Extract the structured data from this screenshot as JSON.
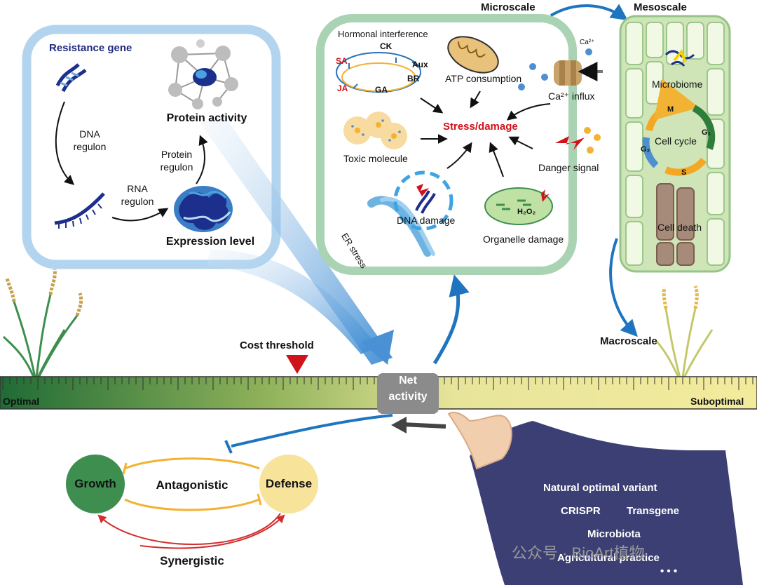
{
  "figure": {
    "resistance_panel": {
      "title": "Resistance gene",
      "dna_regulon": [
        "DNA",
        "regulon"
      ],
      "rna_regulon": [
        "RNA",
        "regulon"
      ],
      "protein_regulon": [
        "Protein",
        "regulon"
      ],
      "protein_activity": "Protein activity",
      "expression_level": "Expression level"
    },
    "micro_panel": {
      "hormonal": "Hormonal interference",
      "hormones": {
        "ck": "CK",
        "aux": "Aux",
        "sa": "SA",
        "br": "BR",
        "ja": "JA",
        "ga": "GA"
      },
      "atp": "ATP consumption",
      "ca_ion": "Ca²⁺",
      "ca_influx": "Ca²⁺ influx",
      "stress": "Stress/damage",
      "toxic": "Toxic molecule",
      "danger": "Danger signal",
      "dna_damage": "DNA damage",
      "er_stress": "ER stress",
      "h2o2": "H₂O₂",
      "organelle": "Organelle damage"
    },
    "scales": {
      "micro": "Microscale",
      "meso": "Mesoscale",
      "macro": "Macroscale"
    },
    "meso_panel": {
      "microbiome": "Microbiome",
      "cell_cycle": "Cell cycle",
      "phase_m": "M",
      "phase_g1": "G₁",
      "phase_s": "S",
      "phase_g2": "G₂",
      "cell_death": "Cell death"
    },
    "ruler": {
      "optimal": "Optimal",
      "suboptimal": "Suboptimal",
      "cost_threshold": "Cost threshold",
      "net": "Net",
      "activity": "activity"
    },
    "tradeoff": {
      "growth": "Growth",
      "defense": "Defense",
      "antagonistic": "Antagonistic",
      "synergistic": "Synergistic"
    },
    "interventions": [
      "Natural optimal variant",
      "CRISPR",
      "Transgene",
      "Microbiota",
      "Agricultural practice"
    ],
    "ellipsis": "• • •",
    "watermark": "公众号 · BioArt植物",
    "colors": {
      "resistance_frame": "#a9cdeb",
      "micro_frame": "#a7d3b0",
      "meso_fill": "#d7ecc4",
      "arrow_blue": "#1f74c0",
      "threshold_red": "#d0121b",
      "growth_green": "#3e8f4f",
      "defense_yellow": "#f7e39a",
      "sleeve_navy": "#3c3f73",
      "antagonism_orange": "#f2b233",
      "synergy_red": "#d32d2d"
    }
  }
}
